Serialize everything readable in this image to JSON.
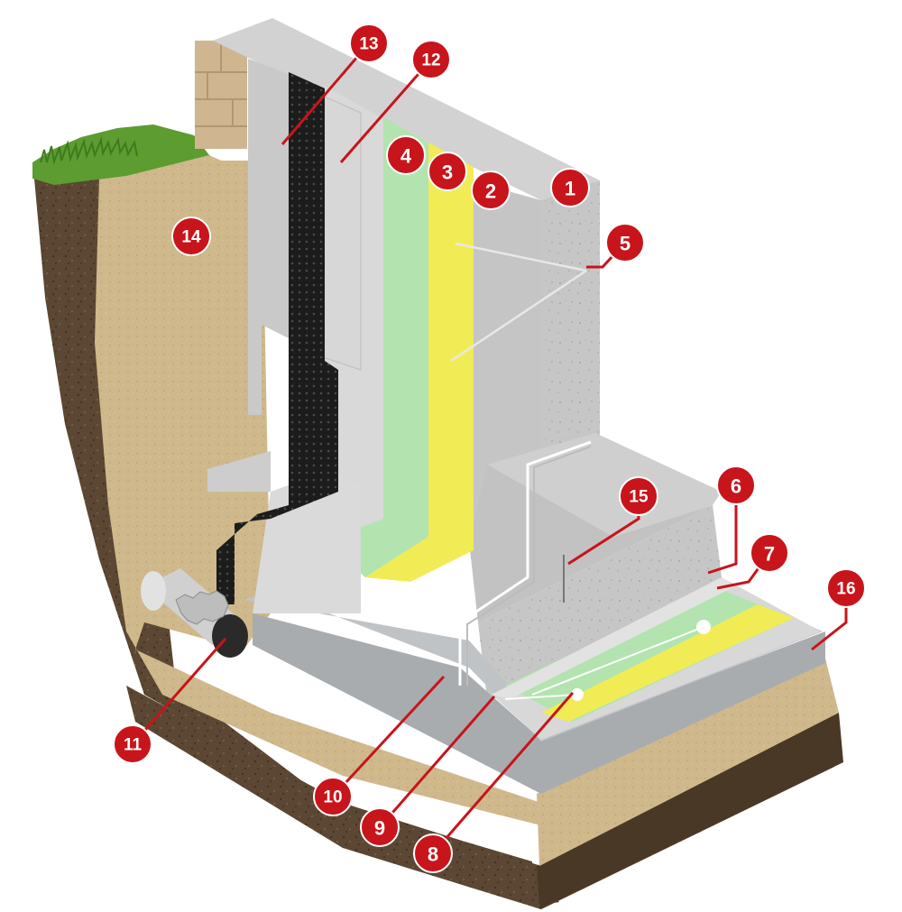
{
  "diagram": {
    "colors": {
      "callout": "#c8141b",
      "callout_text": "#ffffff",
      "leader": "#c8141b",
      "concrete": "#c9c9c9",
      "waterproof_green": "#b5e6b3",
      "waterproof_yellow": "#f2ee57",
      "drainage_membrane": "#1c1c1c",
      "insulation": "#d6d6d6",
      "sand_backfill": "#cdb587",
      "soil": "#5a4632",
      "grass": "#5a9b32"
    },
    "callouts": [
      {
        "id": "c1",
        "label": "1"
      },
      {
        "id": "c2",
        "label": "2"
      },
      {
        "id": "c3",
        "label": "3"
      },
      {
        "id": "c4",
        "label": "4"
      },
      {
        "id": "c5",
        "label": "5"
      },
      {
        "id": "c6",
        "label": "6"
      },
      {
        "id": "c7",
        "label": "7"
      },
      {
        "id": "c8",
        "label": "8"
      },
      {
        "id": "c9",
        "label": "9"
      },
      {
        "id": "c10",
        "label": "10"
      },
      {
        "id": "c11",
        "label": "11"
      },
      {
        "id": "c12",
        "label": "12"
      },
      {
        "id": "c13",
        "label": "13"
      },
      {
        "id": "c14",
        "label": "14"
      },
      {
        "id": "c15",
        "label": "15"
      },
      {
        "id": "c16",
        "label": "16"
      }
    ]
  }
}
